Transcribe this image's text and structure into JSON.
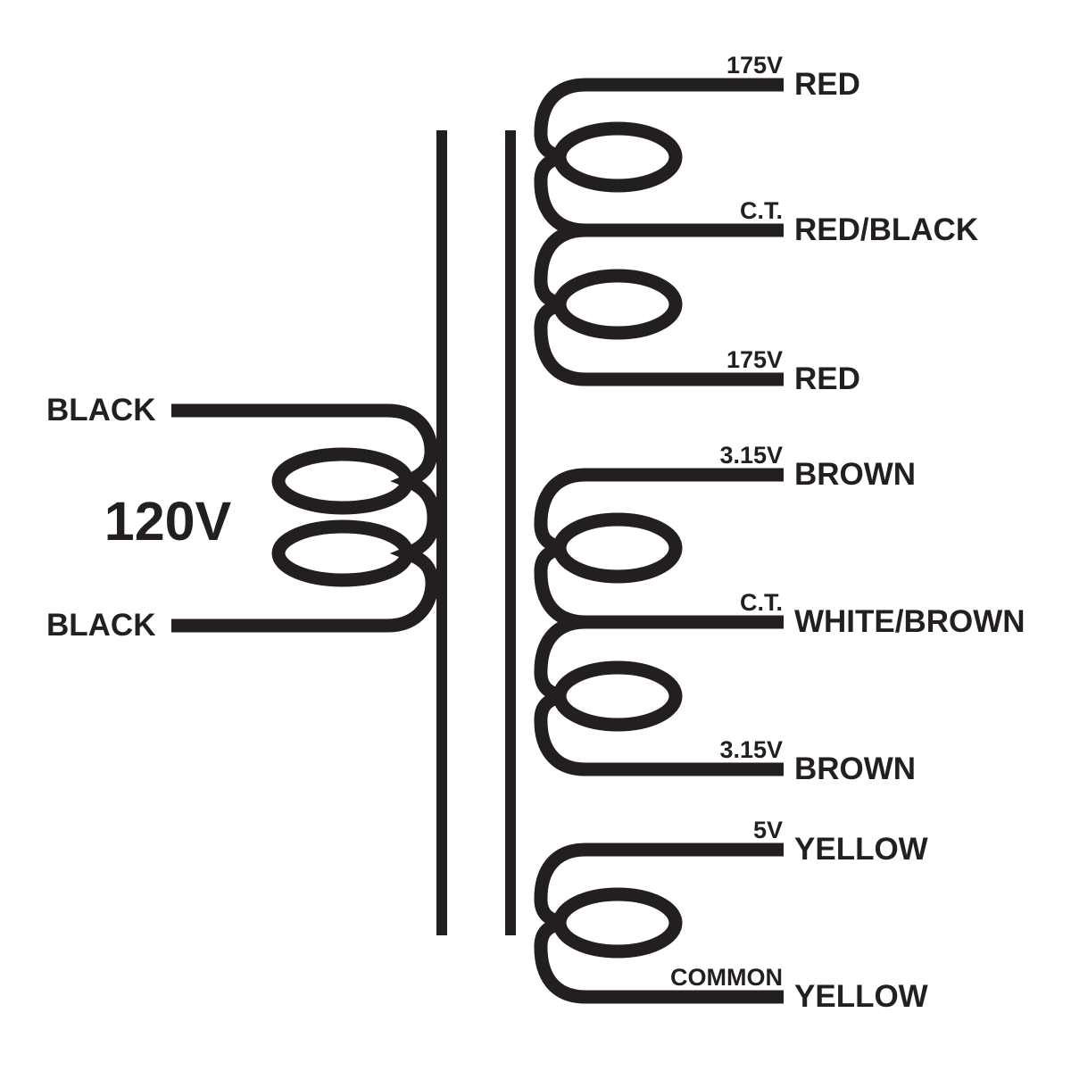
{
  "colors": {
    "ink": "#231f20",
    "background": "#ffffff"
  },
  "diagram": {
    "primary": {
      "voltage_label": "120V",
      "leads": [
        {
          "label": "BLACK"
        },
        {
          "label": "BLACK"
        }
      ]
    },
    "secondaries": [
      {
        "taps": [
          {
            "tap": "175V",
            "wire": "RED"
          },
          {
            "tap": "C.T.",
            "wire": "RED/BLACK"
          },
          {
            "tap": "175V",
            "wire": "RED"
          }
        ]
      },
      {
        "taps": [
          {
            "tap": "3.15V",
            "wire": "BROWN"
          },
          {
            "tap": "C.T.",
            "wire": "WHITE/BROWN"
          },
          {
            "tap": "3.15V",
            "wire": "BROWN"
          }
        ]
      },
      {
        "taps": [
          {
            "tap": "5V",
            "wire": "YELLOW"
          },
          {
            "tap": "COMMON",
            "wire": "YELLOW"
          }
        ]
      }
    ]
  }
}
